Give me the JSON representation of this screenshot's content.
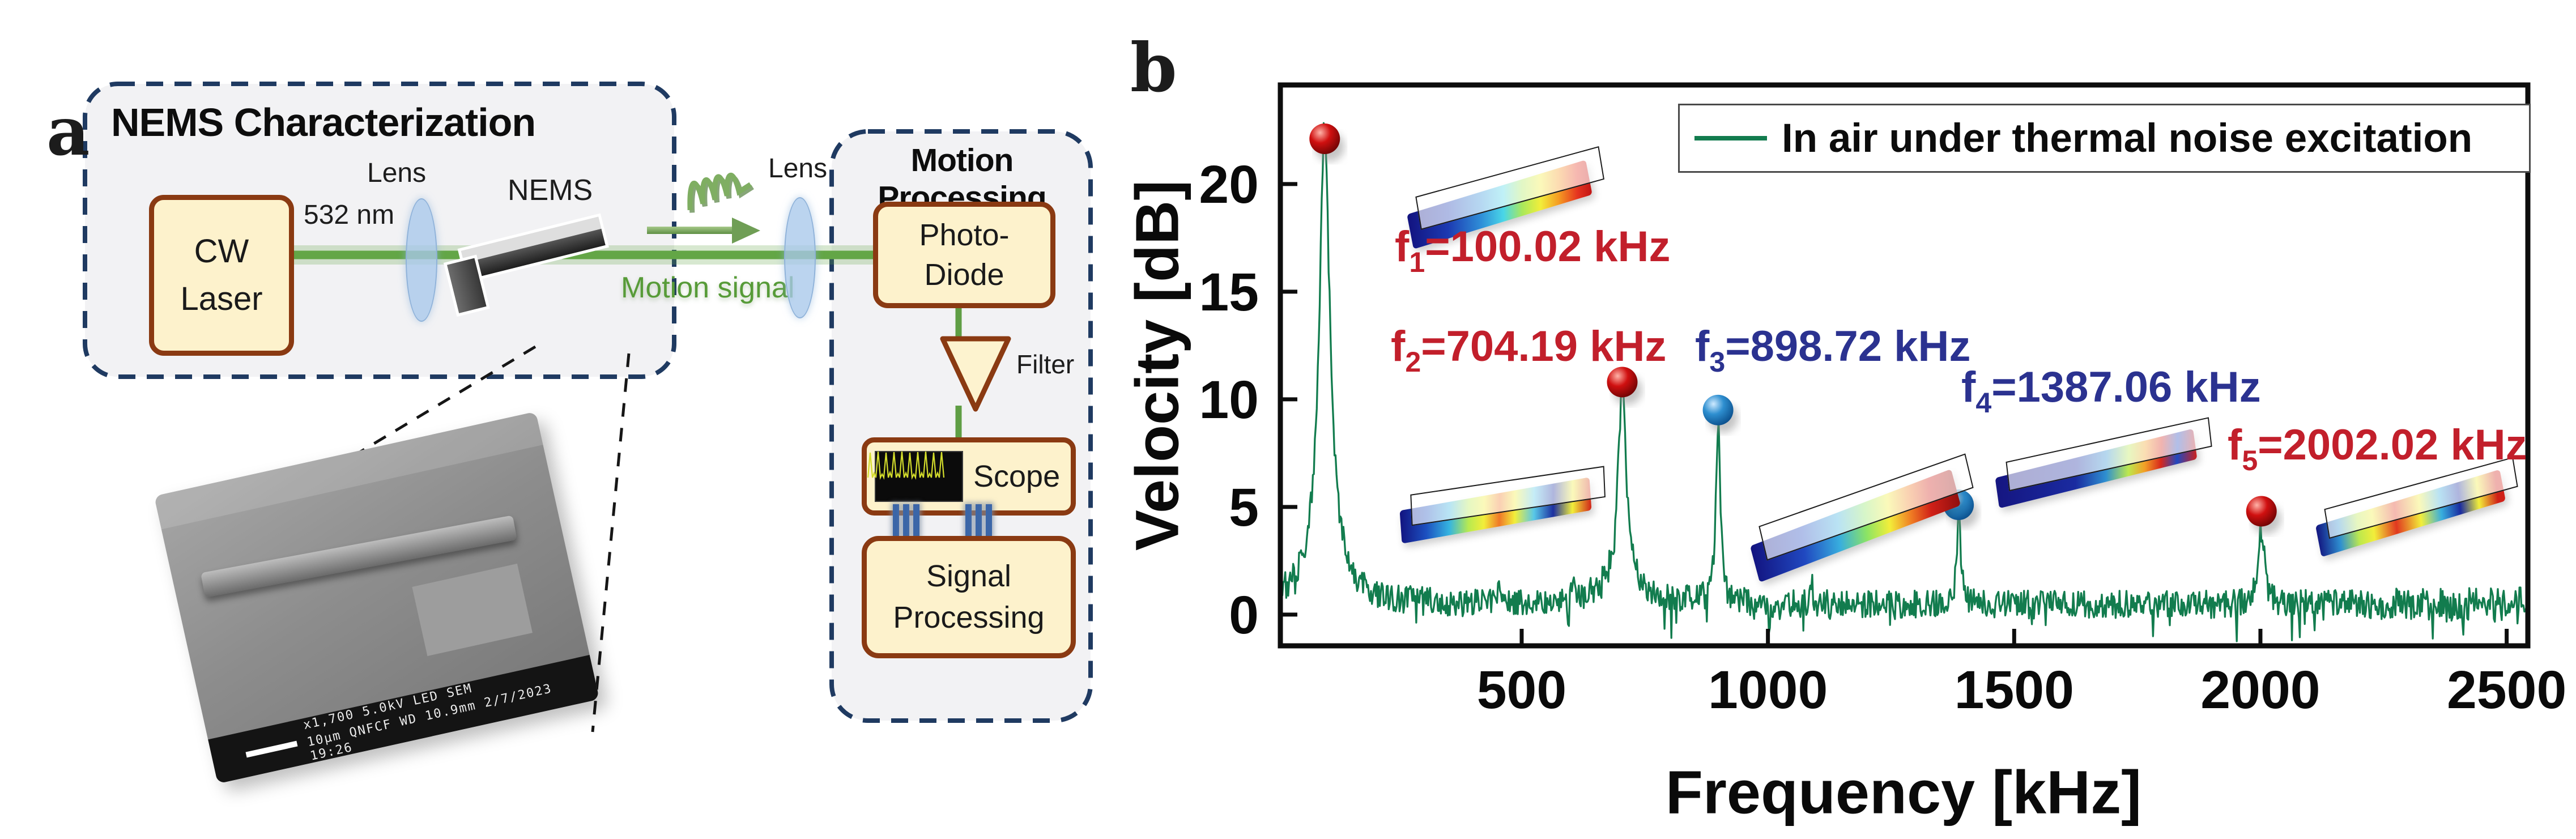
{
  "figure": {
    "panel_a": {
      "label": "a",
      "characterization_box_title": "NEMS Characterization",
      "cw_laser_lines": [
        "CW",
        "Laser"
      ],
      "wavelength": "532 nm",
      "lens1_label": "Lens",
      "nems_label": "NEMS",
      "motion_signal_label": "Motion signal",
      "lens2_label": "Lens",
      "processing_box_title": "Motion Processing",
      "photodiode_lines": [
        "Photo-",
        "Diode"
      ],
      "filter_label": "Filter",
      "scope_label": "Scope",
      "signal_processing_lines": [
        "Signal",
        "Processing"
      ],
      "sem_caption_line1": "x1,700   5.0kV  LED  SEM",
      "sem_caption_line2": "10μm  QNFCF  WD 10.9mm  2/7/2023 19:26",
      "colors": {
        "dashed_box_border": "#1f3a61",
        "cream_fill": "#fdf2cc",
        "brown_border": "#8a3a12",
        "laser_beam_green": "#63a646",
        "motion_text_green": "#579b38"
      }
    },
    "panel_b": {
      "label": "b"
    }
  },
  "chart_data": {
    "type": "line",
    "title": "",
    "xlabel": "Frequency [kHz]",
    "ylabel": "Velocity [dB]",
    "xlim": [
      10,
      2543
    ],
    "ylim": [
      -1.45,
      24.6
    ],
    "x_ticks": [
      500,
      1000,
      1500,
      2000,
      2500
    ],
    "y_ticks": [
      0,
      5,
      10,
      15,
      20
    ],
    "grid": false,
    "legend": {
      "label": "In air under thermal noise excitation",
      "line_color": "#127c4e",
      "position": "top-right"
    },
    "series": [
      {
        "name": "In air under thermal noise excitation",
        "color": "#127c4e",
        "noise_floor_db": 0.45,
        "peaks": [
          {
            "sym": "f",
            "sub": "1",
            "rest": "=100.02 kHz",
            "freq_khz": 100.02,
            "peak_db": 21.5,
            "width_khz": 13.0,
            "marker": "red",
            "label_color": "#c21f2b"
          },
          {
            "sym": "f",
            "sub": "2",
            "rest": "=704.19 kHz",
            "freq_khz": 704.19,
            "peak_db": 10.2,
            "width_khz": 9.0,
            "marker": "red",
            "label_color": "#c21f2b"
          },
          {
            "sym": "f",
            "sub": "3",
            "rest": "=898.72 kHz",
            "freq_khz": 898.72,
            "peak_db": 8.9,
            "width_khz": 5.5,
            "marker": "blue",
            "label_color": "#2b3290"
          },
          {
            "sym": "f",
            "sub": "4",
            "rest": "=1387.06 kHz",
            "freq_khz": 1387.06,
            "peak_db": 4.5,
            "width_khz": 5.0,
            "marker": "blue",
            "label_color": "#2b3290"
          },
          {
            "sym": "f",
            "sub": "5",
            "rest": "=2002.02 kHz",
            "freq_khz": 2002.02,
            "peak_db": 4.2,
            "width_khz": 7.5,
            "marker": "red",
            "label_color": "#c21f2b"
          }
        ],
        "minor_spurs": [
          {
            "freq_khz": 455,
            "amp_db": 1.3,
            "width_khz": 3.0
          },
          {
            "freq_khz": 605,
            "amp_db": 1.1,
            "width_khz": 2.5
          },
          {
            "freq_khz": 1090,
            "amp_db": 0.9,
            "width_khz": 2.5
          }
        ]
      }
    ],
    "marker_colors": {
      "red": [
        "#ffb3a8",
        "#d01010",
        "#6e0404"
      ],
      "blue": [
        "#cfeaff",
        "#2e8fd0",
        "#0b4f8c"
      ]
    },
    "mode_shape_icons": [
      "mode-shape-1",
      "mode-shape-2",
      "mode-shape-3",
      "mode-shape-4",
      "mode-shape-5"
    ]
  }
}
